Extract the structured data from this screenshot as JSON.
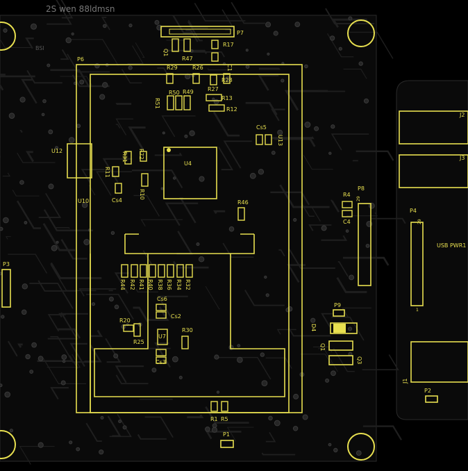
{
  "board_main": {
    "mirror_text": "2S wen 88ldmsn",
    "silk_bsi": "BSI",
    "labels": {
      "P6": "P6",
      "P7": "P7",
      "R17": "R17",
      "R47": "R47",
      "C1": "C1",
      "Q1": "Q1",
      "R29": "R29",
      "R26": "R26",
      "R28": "R28",
      "R27": "R27",
      "R13": "R13",
      "R12": "R12",
      "R50": "R50",
      "R49": "R49",
      "R51": "R51",
      "U12": "U12",
      "U4": "U4",
      "R31": "R31",
      "R72": "R72",
      "R11": "R11",
      "R10": "R10",
      "Cs4": "Cs4",
      "Cs5": "Cs5",
      "U10": "U10",
      "U13": "U13",
      "R46": "R46",
      "R4": "R4",
      "C4": "C4",
      "P8": "P8",
      "P8_pin": "29",
      "P3": "P3",
      "R44": "R44",
      "R41": "R41",
      "R42": "R42",
      "R40": "R40",
      "R38": "R38",
      "R36": "R36",
      "R34": "R34",
      "R32": "R32",
      "Cs6": "Cs6",
      "Cs2": "Cs2",
      "U7": "U7",
      "Cs3": "Cs3",
      "R20": "R20",
      "R25": "R25",
      "R30": "R30",
      "P9": "P9",
      "D4": "D4",
      "Q1b": "Q1",
      "Q3": "Q3",
      "R1": "R1",
      "R5": "R5",
      "P1": "P1"
    }
  },
  "board_side": {
    "labels": {
      "J2": "J2",
      "J3": "J3",
      "P4": "P4",
      "P4_pin_top": "29",
      "P4_pin_bottom": "1",
      "usb_pwr": "USB PWR1",
      "J1": "J1",
      "P2": "P2"
    }
  },
  "colors": {
    "silk": "#e8e050",
    "background": "#000000",
    "board": "#0a0a0a",
    "trace": "#202020",
    "via": "#4a4a4a"
  }
}
